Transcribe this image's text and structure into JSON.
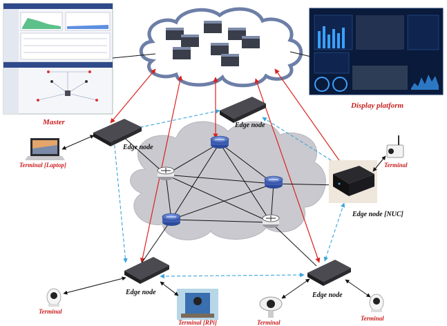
{
  "labels": {
    "cloud": "Cloud",
    "master": "Master",
    "display_platform": "Display platform",
    "edge_top": "Edge node",
    "edge_left": "Edge node",
    "edge_nuc": "Edge node [NUC]",
    "edge_bottom_left": "Edge node",
    "edge_bottom_right": "Edge node",
    "terminal_laptop": "Terminal [Laptop]",
    "terminal_right": "Terminal",
    "terminal_rpi": "Terminal [RPi]",
    "terminal_bottom_left": "Terminal",
    "terminal_bottom_mid": "Terminal",
    "terminal_bottom_right": "Terminal"
  },
  "colors": {
    "cloud_link": "#d9231f",
    "edge_mesh": "#3aa3d9",
    "terminal_link": "#111111",
    "core_link": "#111111",
    "core_cloud": "#c9c9cf",
    "cloud_fill": "#ffffff",
    "cloud_outline": "#6d7fa7",
    "device": "#2b2b2e"
  },
  "icons": {
    "router": "router-icon",
    "switch": "switch-icon",
    "server": "server-rack-icon",
    "camera": "camera-icon",
    "laptop": "laptop-icon"
  }
}
